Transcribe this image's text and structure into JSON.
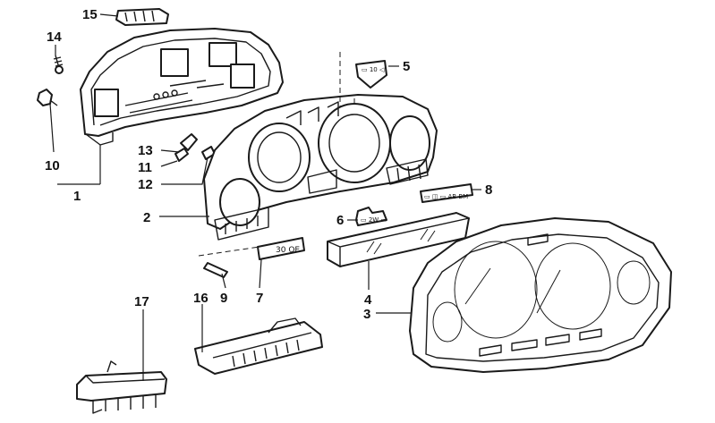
{
  "callouts": [
    {
      "id": "15",
      "text": "15"
    },
    {
      "id": "14",
      "text": "14"
    },
    {
      "id": "10",
      "text": "10"
    },
    {
      "id": "1",
      "text": "1"
    },
    {
      "id": "13",
      "text": "13"
    },
    {
      "id": "11",
      "text": "11"
    },
    {
      "id": "12",
      "text": "12"
    },
    {
      "id": "2",
      "text": "2"
    },
    {
      "id": "5",
      "text": "5"
    },
    {
      "id": "8",
      "text": "8"
    },
    {
      "id": "6",
      "text": "6"
    },
    {
      "id": "9",
      "text": "9"
    },
    {
      "id": "7",
      "text": "7"
    },
    {
      "id": "4",
      "text": "4"
    },
    {
      "id": "3",
      "text": "3"
    },
    {
      "id": "16",
      "text": "16"
    },
    {
      "id": "17",
      "text": "17"
    }
  ],
  "part_markings": {
    "badge_7": "30 OE",
    "strip_8": "▭ ◫ ▭ AB BM",
    "tab_6": "▭ 2W ▭",
    "plate_5": "▭ 10 ◁"
  },
  "colors": {
    "ink": "#1a1a1a",
    "paper": "#ffffff"
  }
}
